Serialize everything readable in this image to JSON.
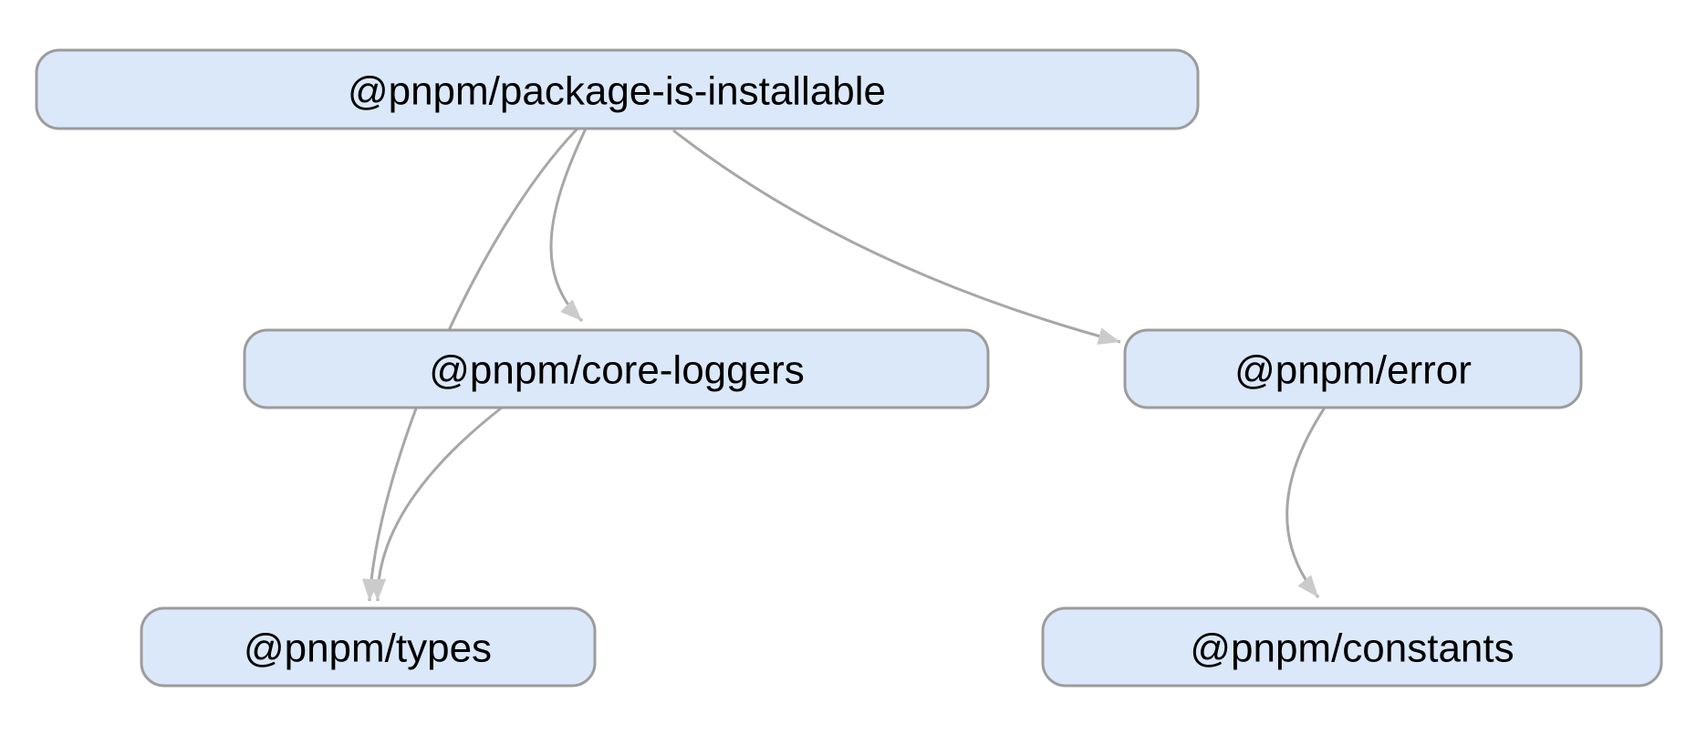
{
  "diagram": {
    "type": "dependency-graph",
    "nodes": [
      {
        "id": "package-is-installable",
        "label": "@pnpm/package-is-installable"
      },
      {
        "id": "core-loggers",
        "label": "@pnpm/core-loggers"
      },
      {
        "id": "error",
        "label": "@pnpm/error"
      },
      {
        "id": "types",
        "label": "@pnpm/types"
      },
      {
        "id": "constants",
        "label": "@pnpm/constants"
      }
    ],
    "edges": [
      {
        "from": "@pnpm/package-is-installable",
        "to": "@pnpm/core-loggers"
      },
      {
        "from": "@pnpm/package-is-installable",
        "to": "@pnpm/types"
      },
      {
        "from": "@pnpm/package-is-installable",
        "to": "@pnpm/error"
      },
      {
        "from": "@pnpm/core-loggers",
        "to": "@pnpm/types"
      },
      {
        "from": "@pnpm/error",
        "to": "@pnpm/constants"
      }
    ],
    "colors": {
      "node_fill": "#dbe8f9",
      "node_border": "#9c9c9c",
      "edge_line": "#a7a7a7",
      "arrowhead": "#cbcbcb",
      "label_text": "#000000",
      "background": "#ffffff"
    }
  }
}
